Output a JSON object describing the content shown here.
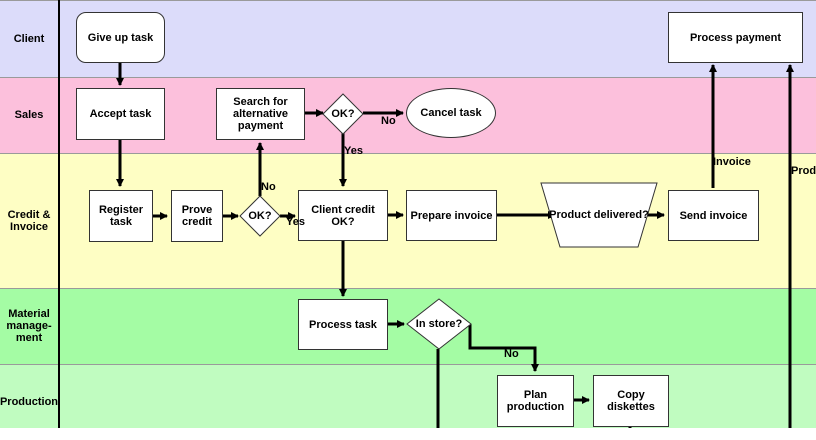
{
  "lanes": {
    "client": "Client",
    "sales": "Sales",
    "credit": "Credit &\nInvoice",
    "material": "Material\nmanage-\nment",
    "production": "Production"
  },
  "colors": {
    "client": "#dcdcfa",
    "sales": "#fcc0dc",
    "credit": "#fefec4",
    "material": "#a4fca4",
    "production": "#c0fcc0"
  },
  "nodes": {
    "give_up_task": "Give up task",
    "process_payment": "Process payment",
    "accept_task": "Accept task",
    "search_alternative": "Search for alternative payment",
    "ok_sales": "OK?",
    "cancel_task": "Cancel task",
    "register_task": "Register task",
    "prove_credit": "Prove credit",
    "ok_credit": "OK?",
    "client_credit_ok": "Client credit OK?",
    "prepare_invoice": "Prepare invoice",
    "product_delivered": "Product delivered?",
    "send_invoice": "Send invoice",
    "process_task": "Process task",
    "in_store": "In store?",
    "plan_production": "Plan production",
    "copy_diskettes": "Copy diskettes"
  },
  "edge_labels": {
    "no_cancel": "No",
    "yes_sales": "Yes",
    "no_credit": "No",
    "yes_credit": "Yes",
    "invoice": "Invoice",
    "no_store": "No",
    "product_cut": "Produ"
  }
}
